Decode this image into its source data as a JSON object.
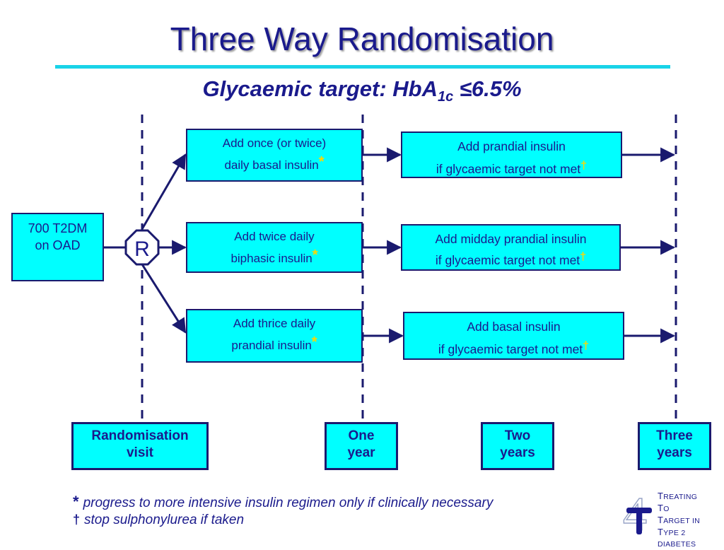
{
  "title": "Three Way Randomisation",
  "subtitle": {
    "prefix": "Glycaemic target: HbA",
    "sub": "1c",
    "suffix": " ≤6.5%"
  },
  "population": {
    "line1": "700 T2DM",
    "line2": "on OAD"
  },
  "randomise_symbol": "R",
  "arms": [
    {
      "start": {
        "line1": "Add once (or twice)",
        "line2": "daily basal insulin",
        "mark": "*"
      },
      "next": {
        "line1": "Add prandial insulin",
        "line2": "if glycaemic target not met",
        "mark": "†"
      }
    },
    {
      "start": {
        "line1": "Add twice daily",
        "line2": "biphasic insulin",
        "mark": "*"
      },
      "next": {
        "line1": "Add midday prandial insulin",
        "line2": "if glycaemic target not met",
        "mark": "†"
      }
    },
    {
      "start": {
        "line1": "Add thrice daily",
        "line2": "prandial insulin",
        "mark": "*"
      },
      "next": {
        "line1": "Add basal insulin",
        "line2": "if glycaemic target not met",
        "mark": "†"
      }
    }
  ],
  "timepoints": [
    {
      "line1": "Randomisation",
      "line2": "visit"
    },
    {
      "line1": "One",
      "line2": "year"
    },
    {
      "line1": "Two",
      "line2": "years"
    },
    {
      "line1": "Three",
      "line2": "years"
    }
  ],
  "footnotes": [
    {
      "symbol": "*",
      "text": "progress to more intensive insulin regimen only if clinically necessary"
    },
    {
      "symbol": "†",
      "text": "stop sulphonylurea if taken"
    }
  ],
  "logo": {
    "number": "4",
    "lines": [
      {
        "cap": "T",
        "rest": "REATING"
      },
      {
        "cap": "T",
        "rest": "O"
      },
      {
        "cap": "T",
        "rest": "ARGET IN"
      },
      {
        "cap": "T",
        "rest": "YPE 2 DIABETES"
      }
    ]
  },
  "colors": {
    "navy": "#1a1a8c",
    "box_fill": "#00ffff",
    "accent_rule": "#19d3e8",
    "mark": "#ffd700"
  }
}
